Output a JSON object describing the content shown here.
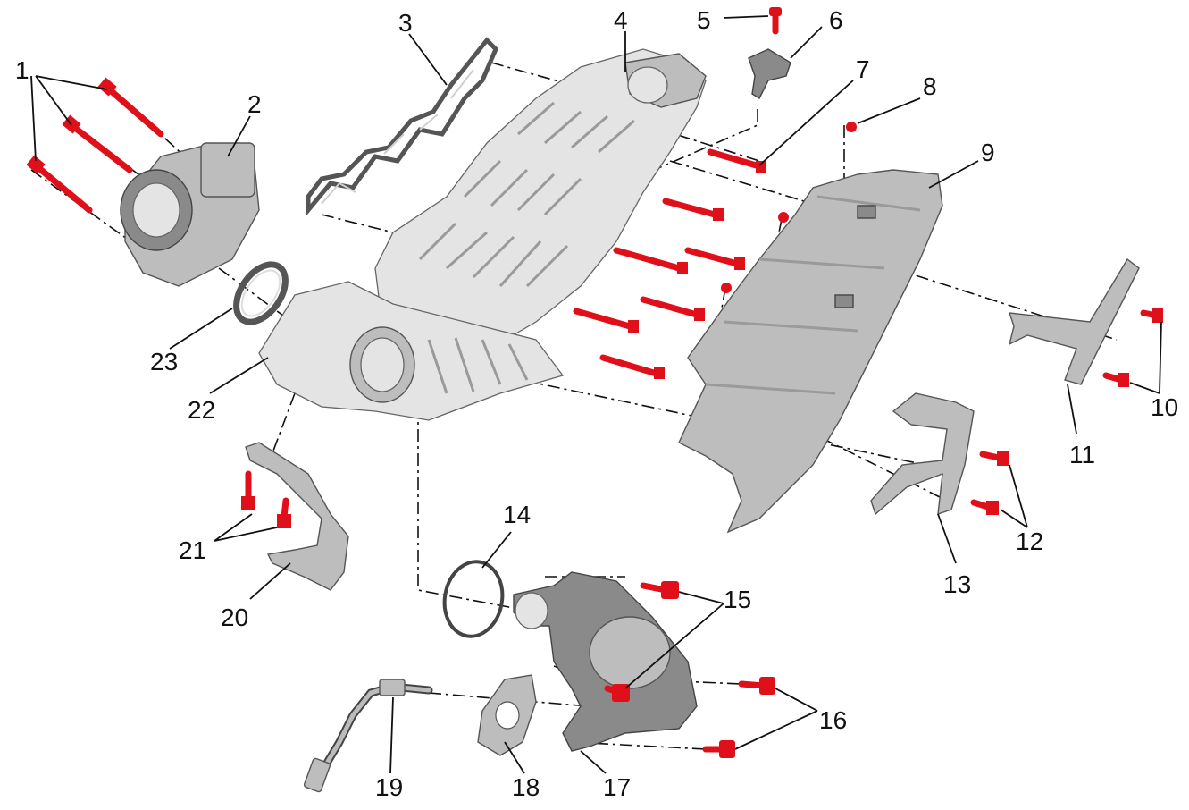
{
  "callouts": [
    "1",
    "2",
    "3",
    "4",
    "5",
    "6",
    "7",
    "8",
    "9",
    "10",
    "11",
    "12",
    "13",
    "14",
    "15",
    "16",
    "17",
    "18",
    "19",
    "20",
    "21",
    "22",
    "23"
  ],
  "colors": {
    "fastener": "#e0101a",
    "component": "#bdbdbd",
    "line": "#111111"
  }
}
